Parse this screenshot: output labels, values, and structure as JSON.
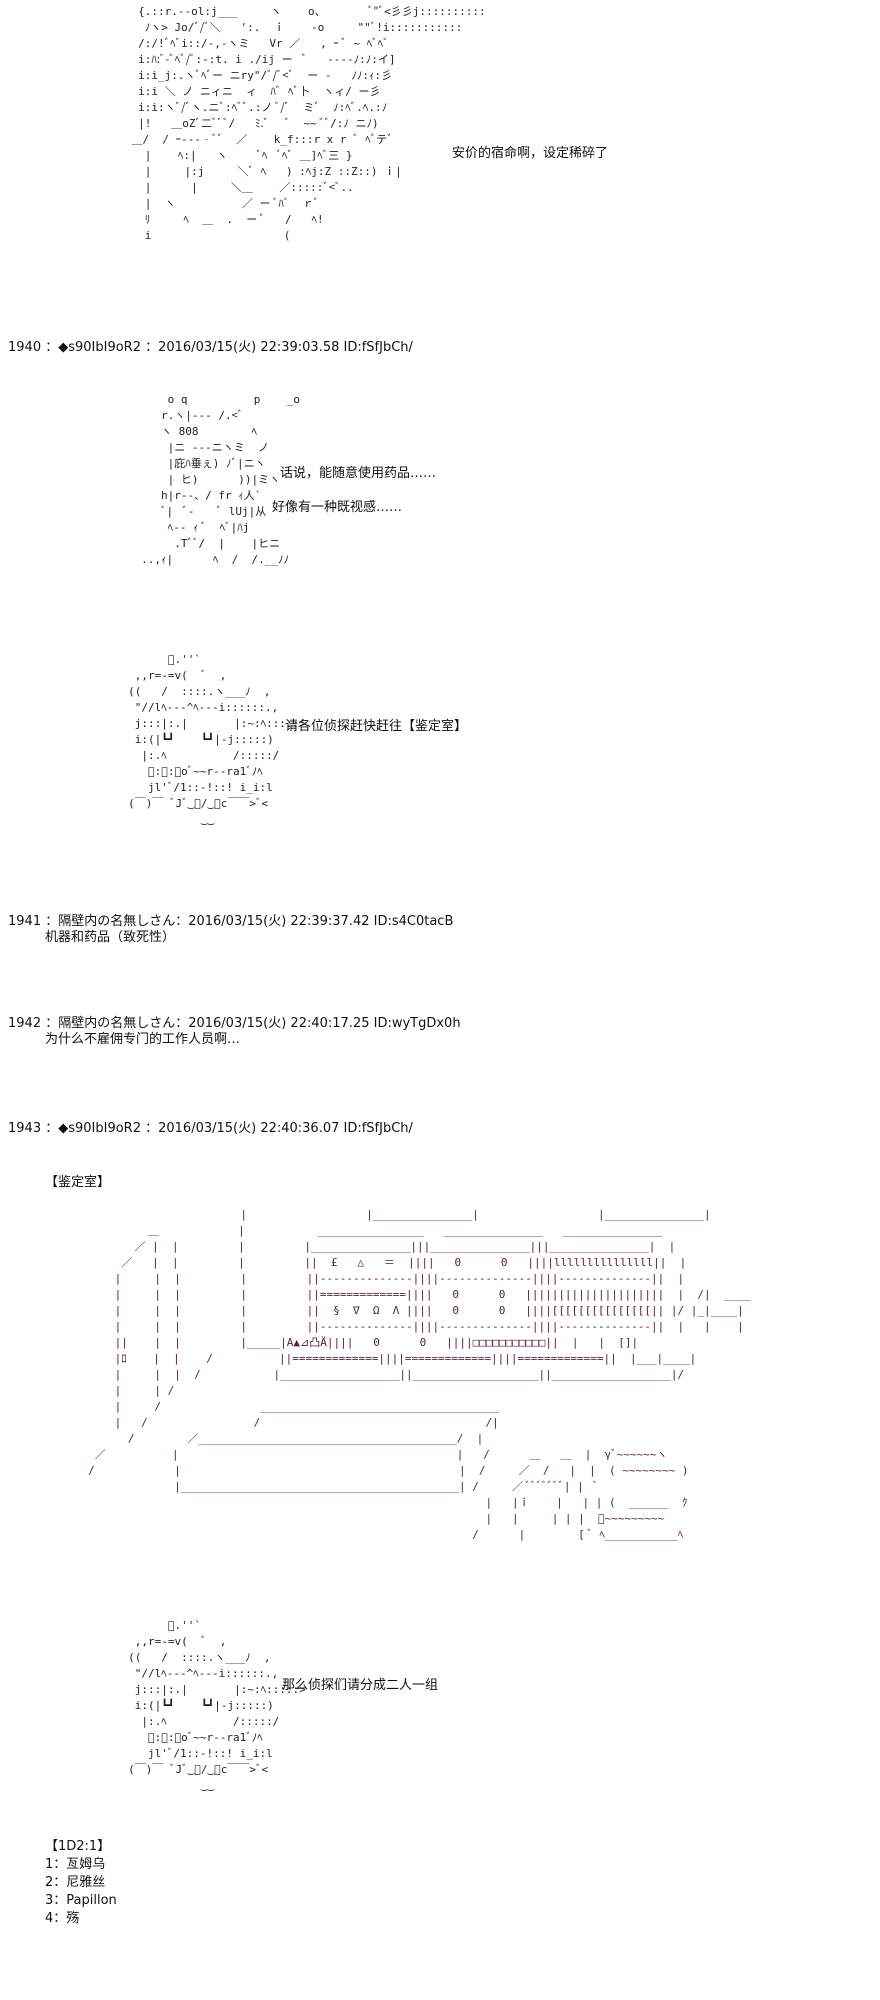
{
  "art": {
    "char1": "     {.::r.--ol:j___     ヽ    o、       ﾞ\"ﾞ<彡彡j::::::::::\n      ﾉヽ> Jo/ﾞ/ﾞ＼   ':.  ｉ    -o     \"\"ﾞ!i:::::::::::\n     /:/!ﾞﾍﾞi::/-,-ヽミ   Vr ／   , ｰ ﾞ ~ ﾍﾞﾍﾞ\n     i:ﾊ:ﾞ-ﾞﾍﾞ/ﾞ:-:t. i ./ij ー  ﾞ   ‐‐‐‐ﾉ:ﾉ:イ]\n     i:i_j:.ヽﾞﾍﾞー ニry\"/ﾞ/ﾞ<ﾞ  ー ‐   ﾉﾉ:ｨ:彡\n     i:i ＼ ノ ニィニ  ィ  ﾊﾞ ﾍﾞ卜  ヽィ/ ー彡\n     i:i:ヽﾞ/ﾞヽ.ニﾞ:ﾍﾞﾞ.:ノ ﾞ/ﾞ  ミﾞ  ﾉ:ﾍﾞ.ﾍ.:ﾉ\n     |!   ＿oZﾞ二ﾞﾞﾞ/   ﾐ.ﾞ   ﾞ  ~~ ﾞﾞ/:ﾉ ニﾉ)\n    ＿/  / ｰ‐‐‐‐ﾞﾞ  ／    k_f:::r x r ﾞ ﾍﾞテﾞ\n      |    ﾍ:|   ヽ     ﾞﾍ  ﾞﾍﾞ ＿]ﾍﾞ三 }\n      |     |:j     ＼ﾞ ﾍ   ) :ﾍj:Z ::Z::) ｉ|\n      |      |     ＼＿    ／:::::ﾞ<ﾞ..\n      |  ヽ          ／ ー ﾞﾊﾞ  ｒﾞ\n      ﾘ     ﾍ  ＿  .  ー ﾞ   /   ﾍ!\n      i                    (",
    "char2": "         o q          p    _o\n        r.ヽ|--- /.<ﾞ\n        ヽ 808        ﾍ\n         |ニ ‐‐‐ニヽミ  ノ\n         |庇ﾊ垂ぇ) ﾉﾞ|ニヽ\n         | ヒ)      ))|ミヽ\n        h|r--、/ fr ｨ人`\n        ﾞ|  ﾞ‐    ﾞ lUj|从\n         ﾍ‐‐ ｨ ﾞ  ﾍﾞ|ﾊj\n          .Tﾞﾞ/  |    |ヒニ\n     ..,ｨ|      ﾍ  /  /.__ﾉﾉ",
    "char3": "           ﾞ.''`\n      ,,r=-=v(  ﾞ  ,\n     ((   /  ::::.ヽ___ﾉ  ,\n      \"//lﾍ---^ﾍ---i::::::.,\n      j:::|:.|       |:~:ﾍ:::::>\n      i:(|┗┛    ┗┛|-j:::::)\n       |:.ﾍ          /:::::/\n        ﾞ:ﾞ:ﾞoﾞ~~r--ra1ﾞﾉﾍ\n        jl'ﾞ/1::-!::! i_i:l\n     (￣)￣ ﾞJﾞ‿ﾞ/‿ﾞc￣￣>ﾞ<\n                ‿‿",
    "room": "                            |                  |_______________|                  |_______________|\n              ＿            |           ________________   _______________   _______________\n            ／ |  |         |         |_______________|||_______________|||_______________|  |\n          ／   |  |         |         ||  £   △   ＝  ||||   0      0   ||||lllllllllllllll||  |\n         |     |  |         |         ||--------------||||--------------||||--------------||  |\n         |     |  |         |         ||=============||||   0      0   |||||||||||||||||||||  |  /|  ____\n         |     |  |         |         ||  §  ∇  Ω  Λ ||||   0      0   ||||[[[[[[[[[[[[[[[|| |/ |_|____|\n         |     |  |         |         ||--------------||||--------------||||--------------||  |   |    |\n         ||    |  |         |_____|A▲⊿凸Ä||||   0      0   ||||□□□□□□□□□□□||  |   |  []|\n         |ﾛ    |  |    /          ||=============||||=============||||=============||  |___|____|\n         |     |  |  /           |__________________||___________________||__________________|/\n         |     | /\n         |     /               ____________________________________\n         |   /                /                                  /|\n           /        ／_______________________________________/  |\n      ／          |                                          |   /      ＿   ＿  |  γﾞ~~~~~~ヽ\n     /            |                                          |  /     ／  /   |  |  ( ~~~~~~~~ )\n                  |__________________________________________| /     ／ ﾞﾞﾞﾞﾞﾞﾞ| |  ﾞ\n                                                                 |   |ｉ    |   | | (  ______  ｸ\n                                                                 |   |     | | |  ﾞ~~~~~~~~~\n                                                               /      |        [ ﾞ ﾍ___________ﾍ"
  },
  "quote1": "安价的宿命啊，设定稀碎了",
  "quote2": "话说，能随意使用药品……",
  "quote3": "好像有一种既视感……",
  "quote4": "请各位侦探赶快赶往【鉴定室】",
  "quote5": "那么侦探们请分成二人一组",
  "posts": [
    {
      "header": "1940 ：◆s90IbI9oR2 ：2016/03/15(火) 22:39:03.58 ID:fSfJbCh/",
      "body": []
    },
    {
      "header": "1941 ：隔壁内の名無しさん：2016/03/15(火) 22:39:37.42 ID:s4C0tacB",
      "body": [
        "机器和药品（致死性）"
      ]
    },
    {
      "header": "1942 ：隔壁内の名無しさん：2016/03/15(火) 22:40:17.25 ID:wyTgDx0h",
      "body": [
        "为什么不雇佣专门的工作人员啊…"
      ]
    },
    {
      "header": "1943 ：◆s90IbI9oR2 ：2016/03/15(火) 22:40:36.07 ID:fSfJbCh/",
      "body": []
    }
  ],
  "room_title": "【鉴定室】",
  "dice": {
    "header": "【1D2:1】",
    "items": [
      "1：亙姆乌",
      "2：尼雅丝",
      "3：Papillon",
      "4：殇"
    ]
  }
}
